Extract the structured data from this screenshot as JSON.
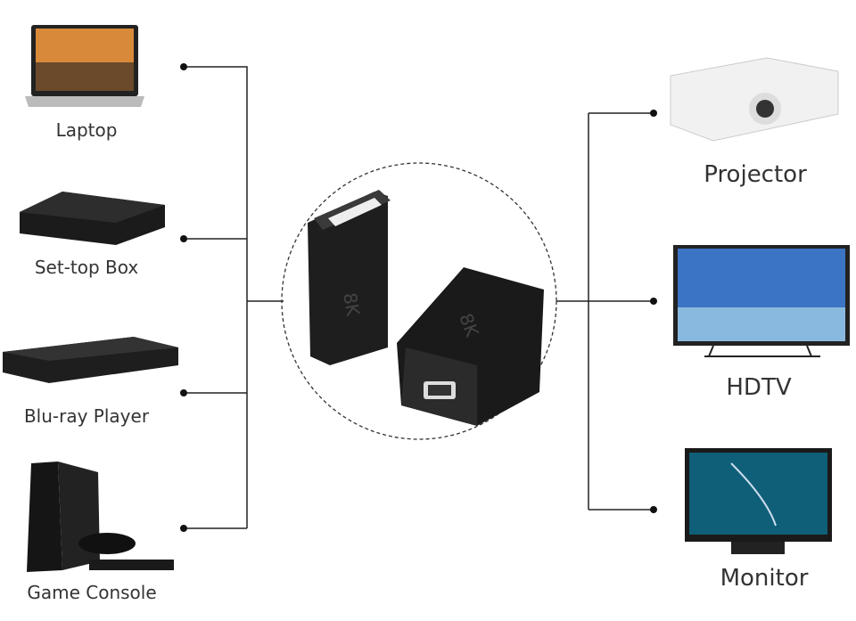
{
  "sources": [
    {
      "label": "Laptop",
      "icon": "laptop-icon"
    },
    {
      "label": "Set-top Box",
      "icon": "set-top-box-icon"
    },
    {
      "label": "Blu-ray Player",
      "icon": "blu-ray-player-icon"
    },
    {
      "label": "Game Console",
      "icon": "game-console-icon"
    }
  ],
  "displays": [
    {
      "label": "Projector",
      "icon": "projector-icon"
    },
    {
      "label": "HDTV",
      "icon": "hdtv-icon"
    },
    {
      "label": "Monitor",
      "icon": "monitor-icon"
    }
  ],
  "adapter": {
    "marking": "8K",
    "icon": "displayport-coupler-icon"
  },
  "colors": {
    "line": "#222222",
    "text": "#333333",
    "device": "#1c1c1e"
  }
}
